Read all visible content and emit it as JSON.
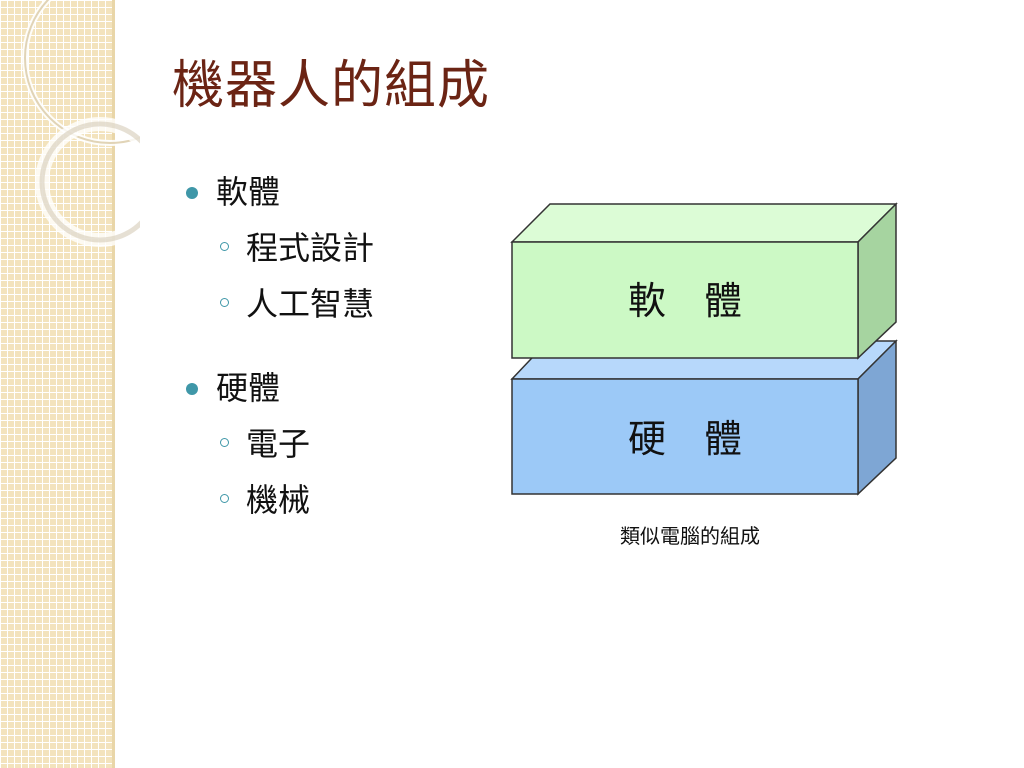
{
  "title": "機器人的組成",
  "bullets": [
    {
      "label": "軟體",
      "subitems": [
        "程式設計",
        "人工智慧"
      ]
    },
    {
      "label": "硬體",
      "subitems": [
        "電子",
        "機械"
      ]
    }
  ],
  "diagram": {
    "top_block_label": "軟　體",
    "bottom_block_label": "硬　體",
    "caption": "類似電腦的組成"
  },
  "colors": {
    "title": "#6b2414",
    "bullet_accent": "#3f97a8",
    "software_face": "#ccf9c5",
    "hardware_face": "#9cc9f7",
    "side_strip": "#f3e3bd"
  }
}
